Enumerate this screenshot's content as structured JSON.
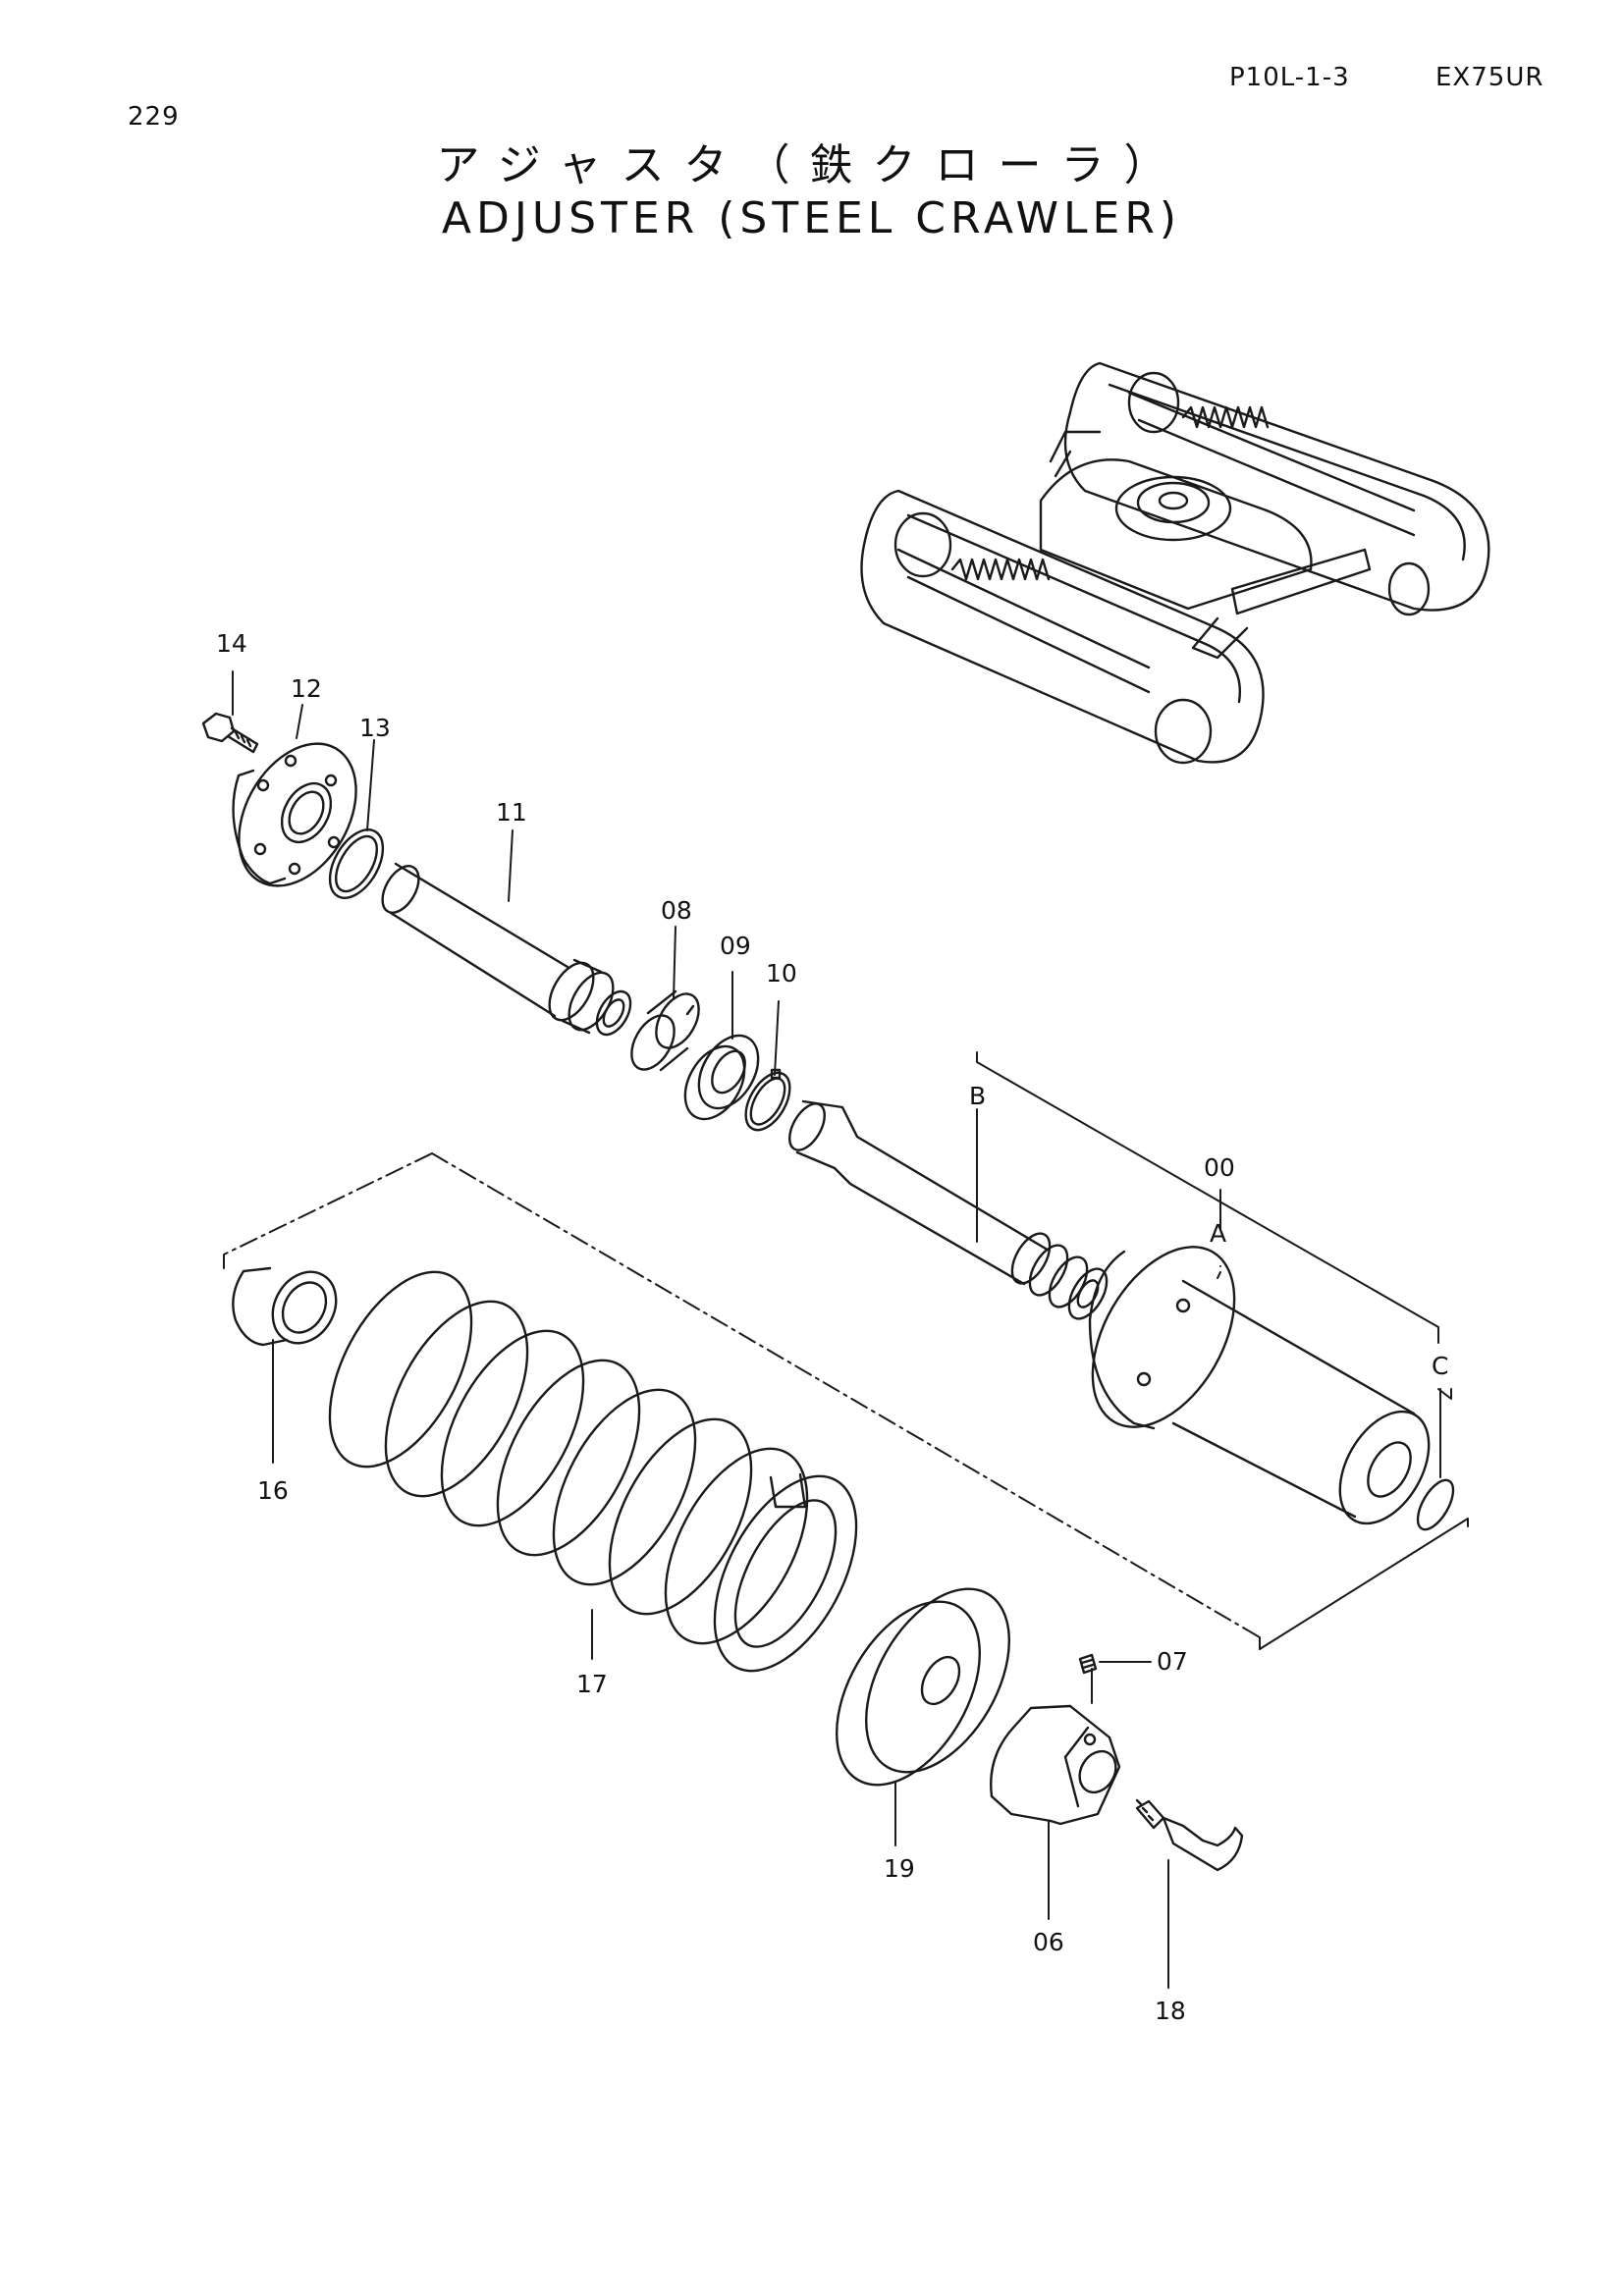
{
  "page_number": "229",
  "header": {
    "part_code": "P10L-1-3",
    "model": "EX75UR"
  },
  "title": {
    "japanese": "アジャスタ（鉄クローラ）",
    "english": "ADJUSTER (STEEL CRAWLER)"
  },
  "callouts": {
    "p14": "14",
    "p12": "12",
    "p13": "13",
    "p11": "11",
    "p08": "08",
    "p09": "09",
    "p10": "10",
    "pB": "B",
    "p00": "00",
    "pA": "A",
    "pC": "C",
    "p16": "16",
    "p17": "17",
    "p19": "19",
    "p07": "07",
    "p06": "06",
    "p18": "18"
  }
}
